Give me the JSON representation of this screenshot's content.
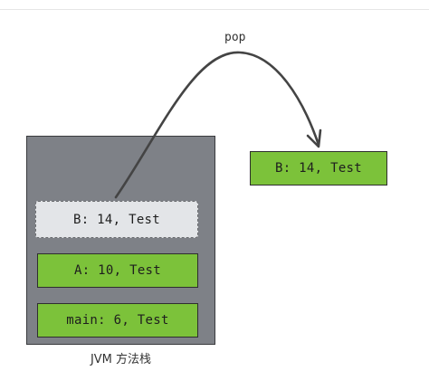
{
  "diagram": {
    "pop_label": "pop",
    "stack_caption": "JVM 方法栈",
    "stack_frames": [
      {
        "label": "B: 14, Test",
        "state": "popped"
      },
      {
        "label": "A: 10, Test",
        "state": "active"
      },
      {
        "label": "main: 6, Test",
        "state": "active"
      }
    ],
    "popped_frame": {
      "label": "B: 14, Test"
    },
    "colors": {
      "frame_green": "#7cc23a",
      "stack_gray": "#7e8187",
      "popped_fill": "#e3e5e8",
      "arrow": "#444444"
    }
  }
}
